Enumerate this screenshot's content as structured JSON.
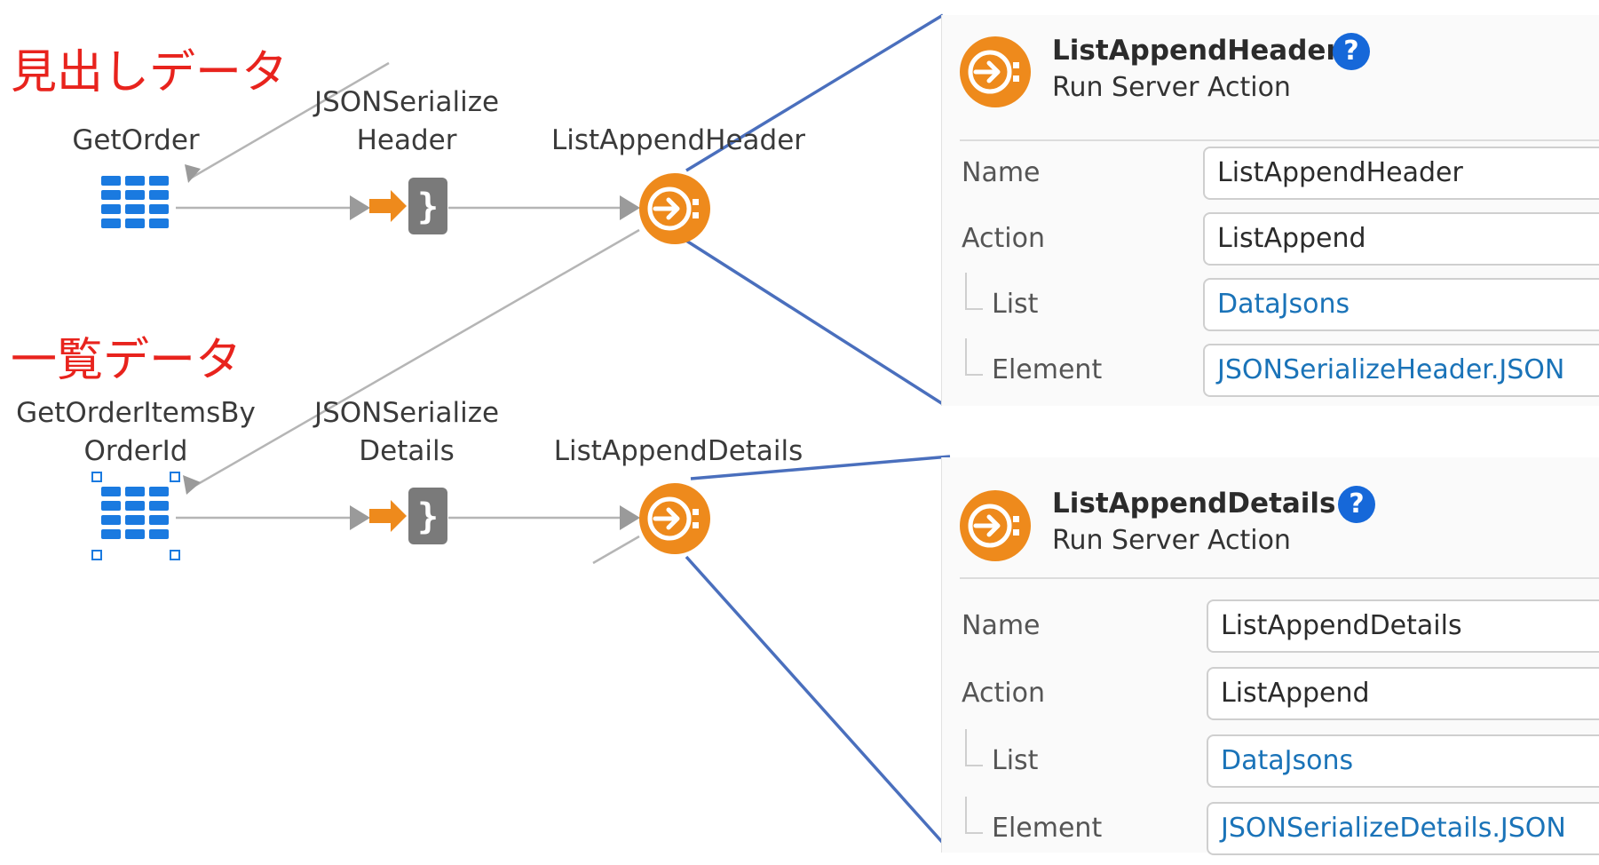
{
  "annotations": {
    "header_data": "見出しデータ",
    "list_data": "一覧データ"
  },
  "flow": {
    "top": {
      "aggregate": {
        "label": "GetOrder",
        "icon": "aggregate-table-icon"
      },
      "serialize": {
        "line1": "JSONSerialize",
        "line2": "Header",
        "icon": "json-serialize-icon"
      },
      "action": {
        "label": "ListAppendHeader",
        "icon": "run-server-action-icon"
      }
    },
    "bottom": {
      "aggregate": {
        "line1": "GetOrderItemsBy",
        "line2": "OrderId",
        "icon": "aggregate-table-icon"
      },
      "serialize": {
        "line1": "JSONSerialize",
        "line2": "Details",
        "icon": "json-serialize-icon"
      },
      "action": {
        "label": "ListAppendDetails",
        "icon": "run-server-action-icon"
      }
    }
  },
  "panels": [
    {
      "title": "ListAppendHeader",
      "subtitle": "Run Server Action",
      "help": "?",
      "properties": {
        "name_label": "Name",
        "name_value": "ListAppendHeader",
        "action_label": "Action",
        "action_value": "ListAppend",
        "list_label": "List",
        "list_value": "DataJsons",
        "element_label": "Element",
        "element_value": "JSONSerializeHeader.JSON"
      }
    },
    {
      "title": "ListAppendDetails",
      "subtitle": "Run Server Action",
      "help": "?",
      "properties": {
        "name_label": "Name",
        "name_value": "ListAppendDetails",
        "action_label": "Action",
        "action_value": "ListAppend",
        "list_label": "List",
        "list_value": "DataJsons",
        "element_label": "Element",
        "element_value": "JSONSerializeDetails.JSON"
      }
    }
  ],
  "colors": {
    "annotation_red": "#e8231d",
    "aggregate_blue": "#1a7ae0",
    "action_orange": "#ee8a1c",
    "connector_blue": "#4a6fbd",
    "link_blue": "#1a73b8",
    "help_blue": "#1668d9"
  }
}
